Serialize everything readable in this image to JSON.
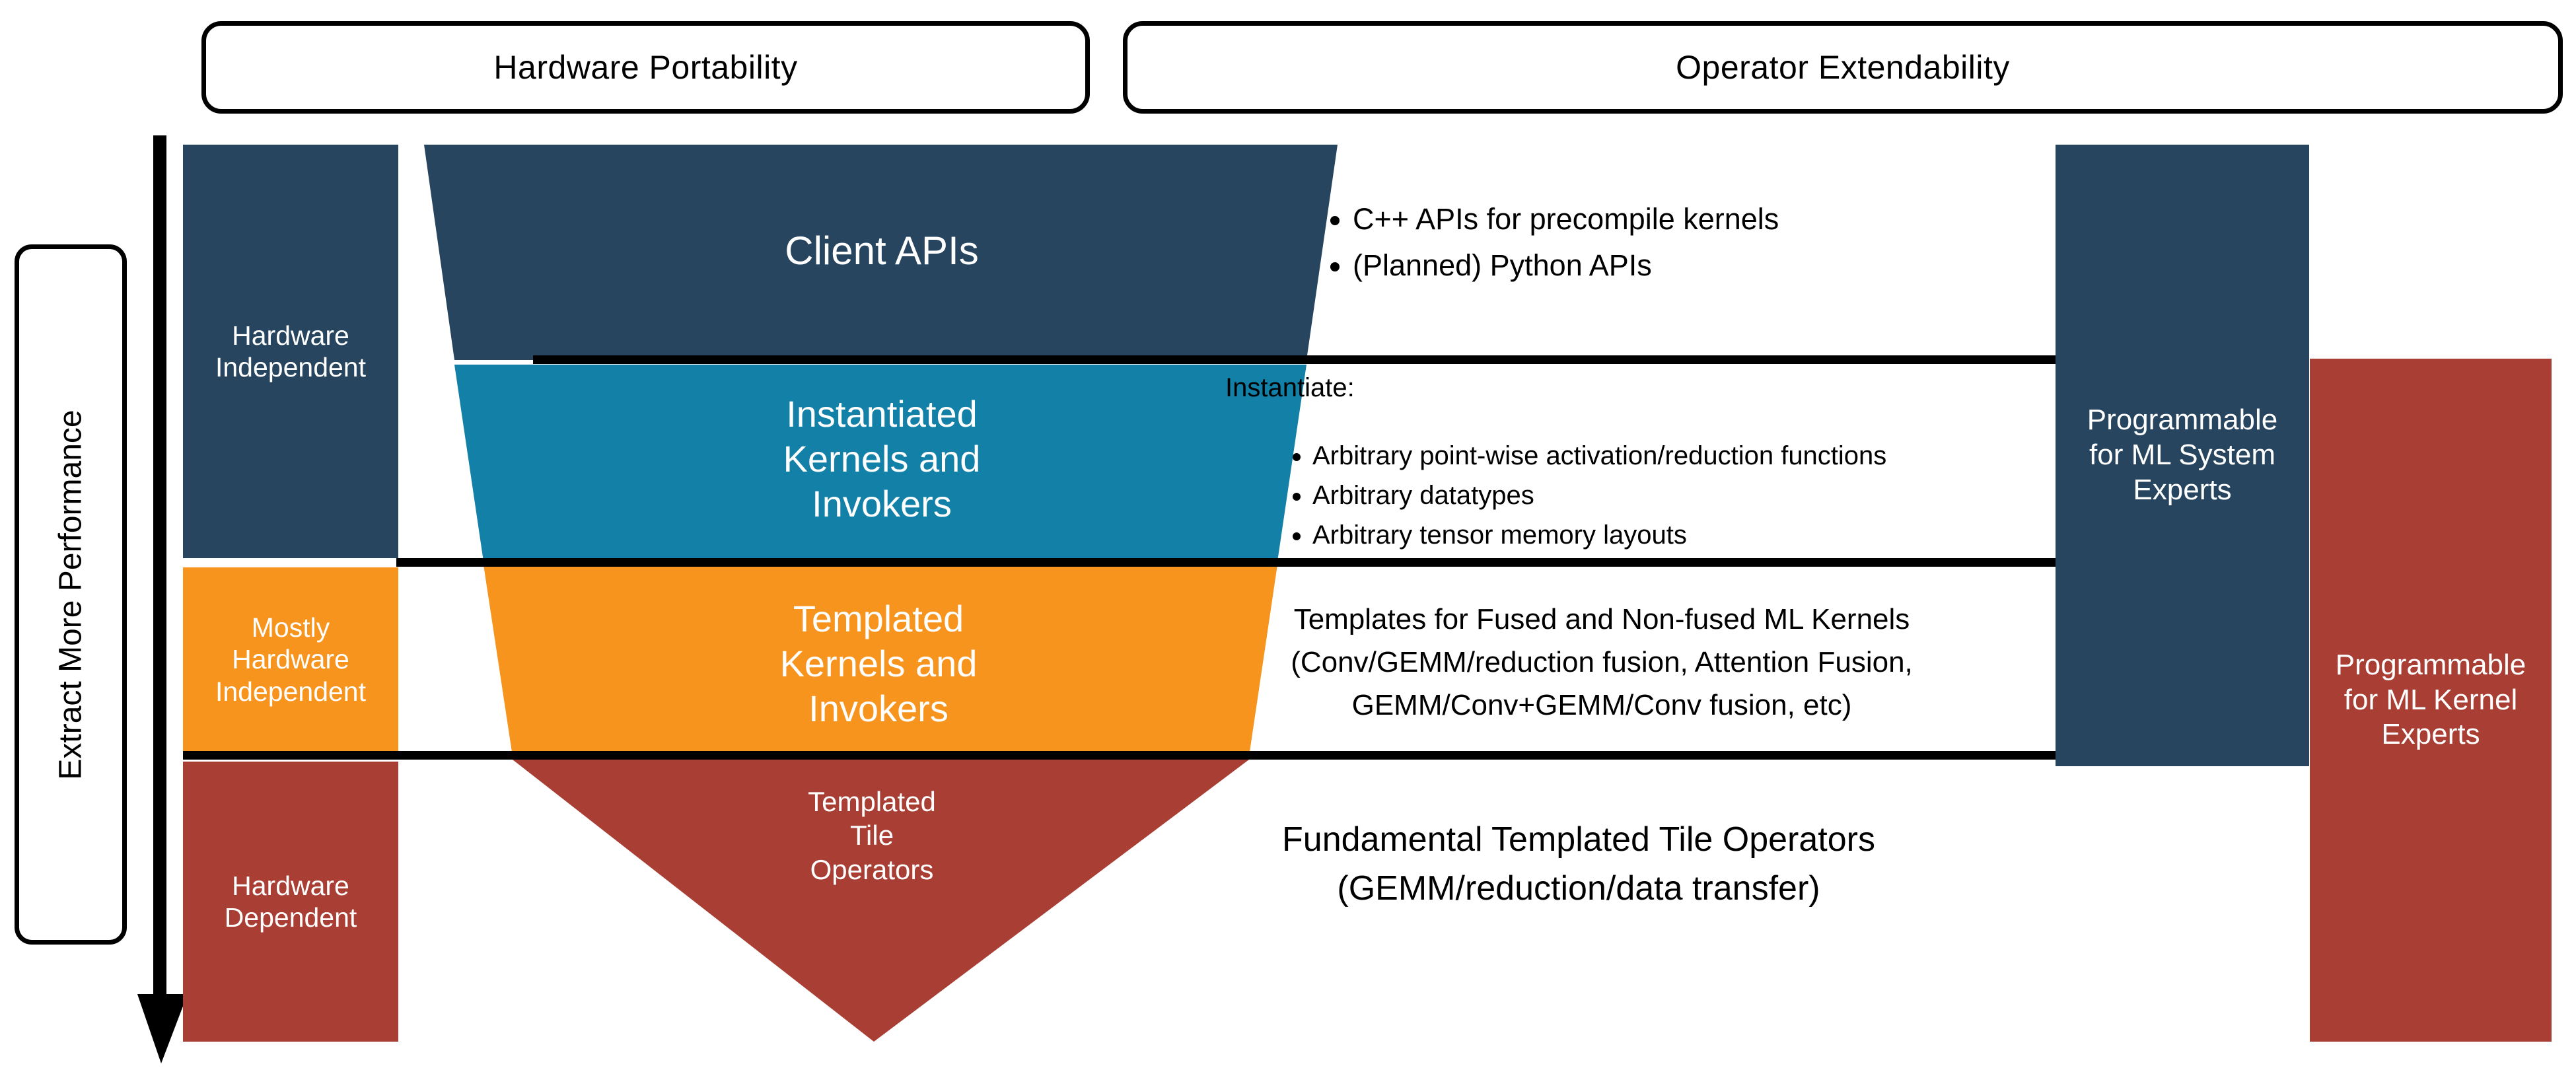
{
  "headers": {
    "hardware_portability": "Hardware Portability",
    "operator_extendability": "Operator Extendability"
  },
  "axis": {
    "label": "Extract More Performance",
    "direction_icon": "down-arrow-icon"
  },
  "hardware_levels": [
    {
      "label": "Hardware\nIndependent",
      "color": "#27455e"
    },
    {
      "label": "Mostly\nHardware\nIndependent",
      "color": "#f7941e"
    },
    {
      "label": "Hardware\nDependent",
      "color": "#a93f34"
    }
  ],
  "funnel": {
    "layers": [
      {
        "label": "Client APIs",
        "color": "#27455e"
      },
      {
        "label": "Instantiated\nKernels and\nInvokers",
        "color": "#1380a8"
      },
      {
        "label": "Templated\nKernels and\nInvokers",
        "color": "#f7941e"
      },
      {
        "label": "Templated\nTile\nOperators",
        "color": "#a93f34"
      }
    ]
  },
  "descriptions": {
    "client_apis_bullets": [
      "C++ APIs for precompile kernels",
      "(Planned) Python APIs"
    ],
    "instantiate_title": "Instantiate:",
    "instantiate_bullets": [
      "Arbitrary point-wise activation/reduction functions",
      "Arbitrary datatypes",
      "Arbitrary tensor memory layouts"
    ],
    "templates_text": "Templates for Fused and Non-fused ML Kernels (Conv/GEMM/reduction fusion, Attention Fusion, GEMM/Conv+GEMM/Conv fusion, etc)",
    "fundamental_text": "Fundamental Templated Tile Operators (GEMM/reduction/data transfer)"
  },
  "audiences": [
    {
      "label": "Programmable\nfor ML System\nExperts",
      "color": "#27455e"
    },
    {
      "label": "Programmable\nfor ML Kernel\nExperts",
      "color": "#a93f34"
    }
  ],
  "colors": {
    "navy": "#27455e",
    "teal": "#1380a8",
    "orange": "#f7941e",
    "red": "#a93f34",
    "line": "#000000",
    "background": "#ffffff"
  }
}
